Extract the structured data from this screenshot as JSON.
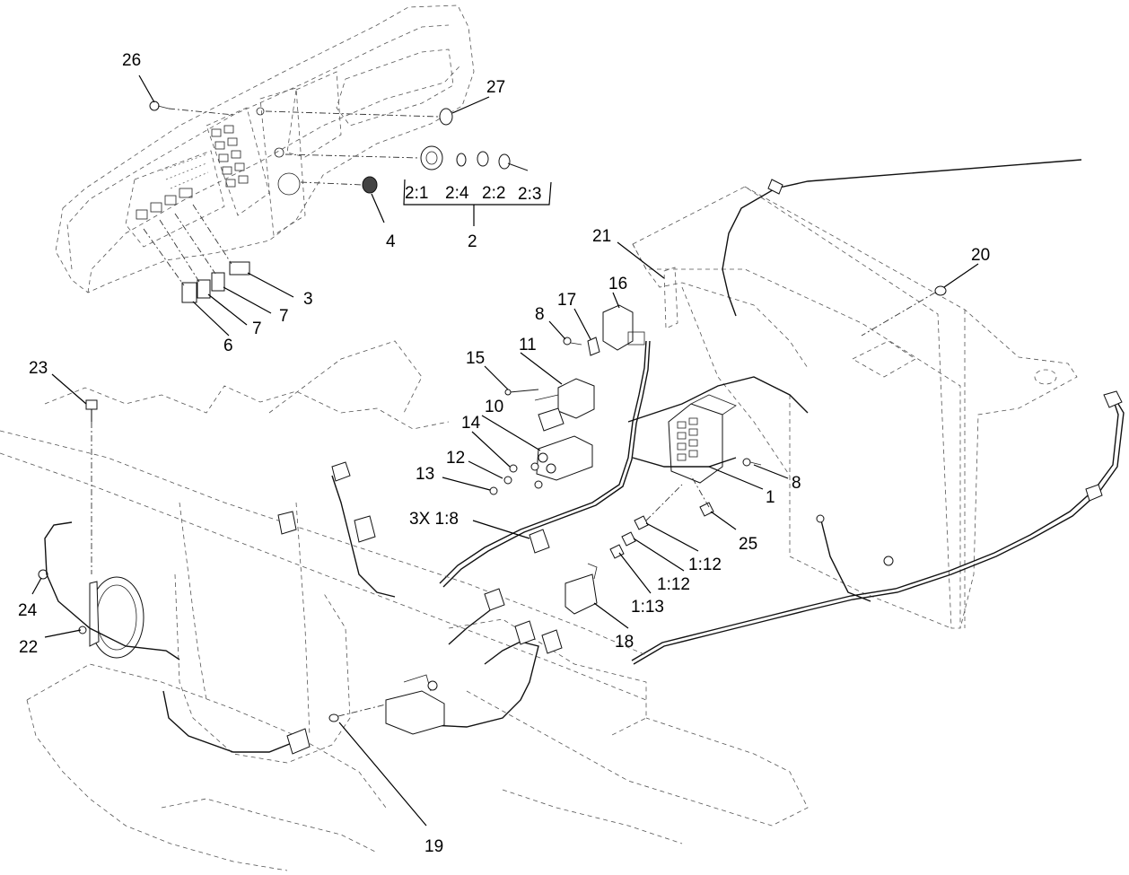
{
  "callouts": {
    "c26": "26",
    "c27": "27",
    "c2_1": "2:1",
    "c2_4": "2:4",
    "c2_2": "2:2",
    "c2_3": "2:3",
    "c2": "2",
    "c4": "4",
    "c3": "3",
    "c7a": "7",
    "c7b": "7",
    "c6": "6",
    "c21": "21",
    "c16": "16",
    "c17": "17",
    "c8a": "8",
    "c20": "20",
    "c11": "11",
    "c15": "15",
    "c10": "10",
    "c14": "14",
    "c12": "12",
    "c13": "13",
    "c8b": "8",
    "c1": "1",
    "c3x18": "3X 1:8",
    "c25": "25",
    "c1_12a": "1:12",
    "c1_12b": "1:12",
    "c1_13": "1:13",
    "c18": "18",
    "c23": "23",
    "c24": "24",
    "c22": "22",
    "c19": "19"
  }
}
